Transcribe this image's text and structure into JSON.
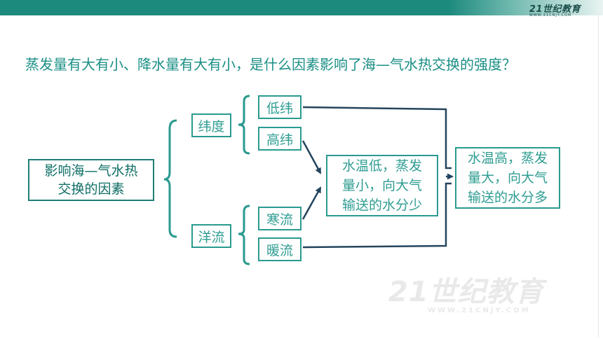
{
  "header": {
    "brand": "21世纪教育",
    "brand_sub": "WWW.21CNJY.COM"
  },
  "question": "蒸发量有大有小、降水量有大有小，是什么因素影响了海—气水热交换的强度？",
  "diagram": {
    "root": {
      "line1": "影响海—气水热",
      "line2": "交换的因素"
    },
    "factor_latitude": "纬度",
    "factor_current": "洋流",
    "low_latitude": "低纬",
    "high_latitude": "高纬",
    "cold_current": "寒流",
    "warm_current": "暖流",
    "result_low": {
      "line1": "水温低，蒸发",
      "line2": "量小，向大气",
      "line3": "输送的水分少"
    },
    "result_high": {
      "line1": "水温高，蒸发",
      "line2": "量大，向大气",
      "line3": "输送的水分多"
    }
  },
  "watermark": {
    "text": "21世纪教育",
    "sub": "WWW.21CNJY.COM"
  },
  "colors": {
    "teal": "#2a9a8f",
    "dark_teal": "#1e7f76",
    "arrow": "#24455e",
    "top_bar": "#1d8a7e"
  }
}
